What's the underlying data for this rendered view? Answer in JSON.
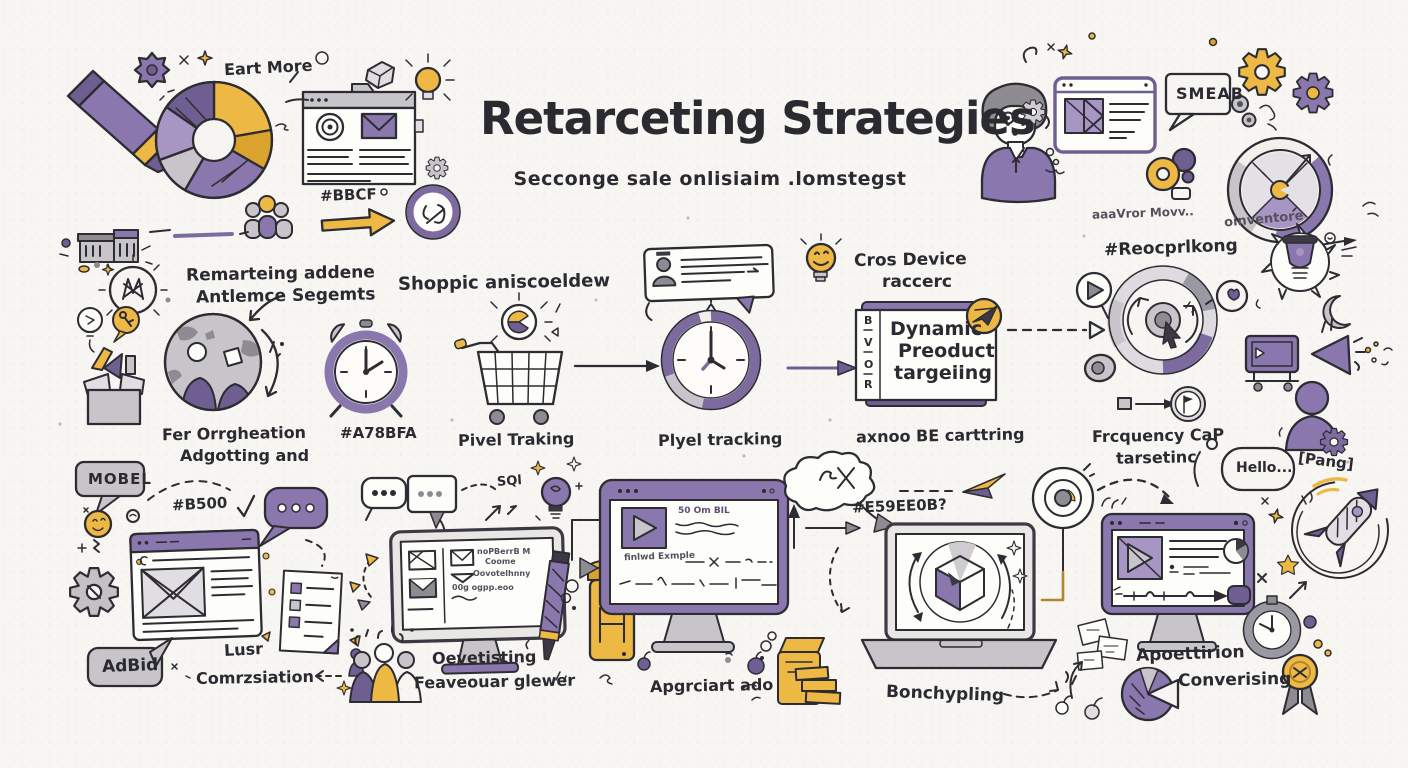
{
  "palette": {
    "ink": "#2e2c33",
    "purple": "#8a77ad",
    "dark_purple": "#6f5e92",
    "light_purple": "#a795c4",
    "yellow": "#edb843",
    "gray": "#c7c5ca",
    "paper": "#f7f6f2"
  },
  "header": {
    "earn_more": "Eart More",
    "hashtag": "#BBCF",
    "title": "Retarceting Strategies",
    "subtitle": "Secconge sale onlisiaim .lomstegst"
  },
  "top_right": {
    "bubble": "SMEAB",
    "note_advisor": "aaaVror Movv..",
    "note_inventore": "oinventore",
    "hashtag": "#Reocprlkong"
  },
  "audience": {
    "heading1": "Remarteing addene",
    "heading2": "Antlemce Segemts",
    "caption1": "Fer Orrgheation",
    "caption2": "Adgotting and",
    "hashtag": "#A78BFA"
  },
  "shopping": {
    "heading": "Shoppic aniscoeldew",
    "cart_label": "Pivel Traking",
    "clock_label": "Plyel tracking"
  },
  "dynamic": {
    "heading1": "Cros Device",
    "heading2": "raccerc",
    "line1": "Dynamic",
    "line2": "Preoduct",
    "line3": "targeiing",
    "side": [
      "B",
      "V",
      "O",
      "R"
    ],
    "caption": "axnoo BE carttring"
  },
  "frequency": {
    "label1": "Frcquency CaP",
    "label2": "tarsetinc",
    "hello": "Hello...",
    "pang": "[Pang]"
  },
  "bottom_left": {
    "bubble_model": "MOBEL",
    "hashtag": "#B500",
    "bubble_adbid": "AdBid",
    "caption1": "Lusr",
    "caption2": "Comrzsiation"
  },
  "checklist_monitor": {
    "note_sql": "SQl",
    "screen_lines": [
      "noPBerrB M",
      "Coome",
      "Oovotelhnny",
      "00g ogpp.eoo"
    ],
    "caption1": "Oevetisting",
    "caption2": "Feaveouar glewer"
  },
  "center_monitor": {
    "screen_note1": "50 Om BIL",
    "screen_note2": "finlwd Exmple",
    "caption": "Apgrciart ado",
    "cloud_hashtag": "#E59EE0B?"
  },
  "laptop": {
    "caption": "Bonchypling"
  },
  "conversion_monitor": {
    "caption1": "Apoettirion",
    "caption2": "Converising"
  }
}
